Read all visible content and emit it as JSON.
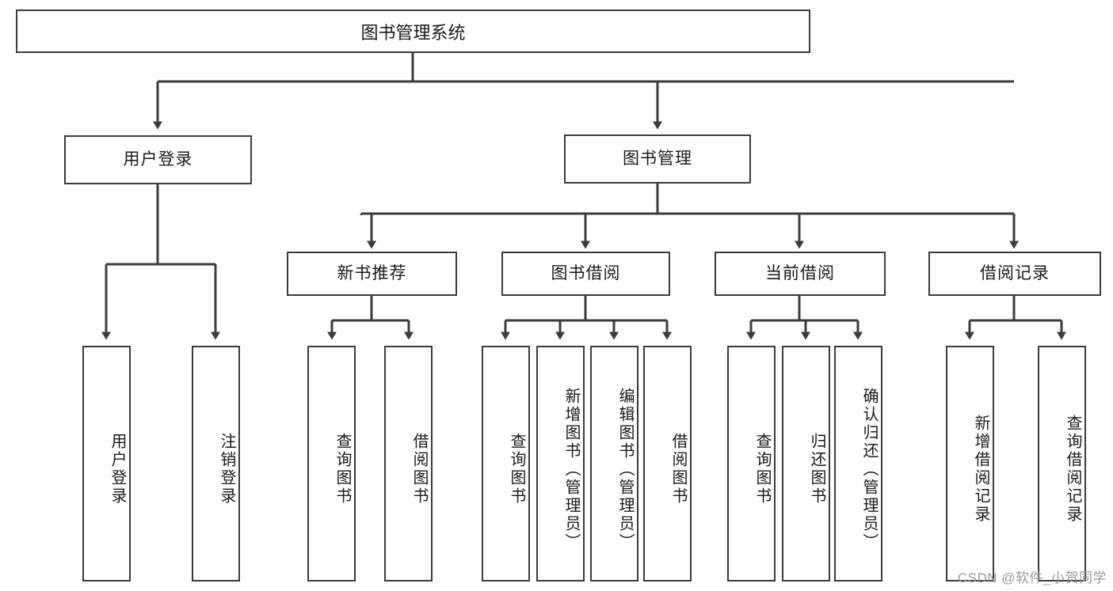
{
  "diagram": {
    "title": "图书管理系统",
    "type": "tree-hierarchy-diagram",
    "colors": {
      "box_border": "#3b3b3b",
      "box_fill": "#ffffff",
      "edge": "#3b3b3b",
      "text": "#1a1a1a",
      "watermark": "#9a9a9a",
      "background": "#ffffff"
    },
    "levels": {
      "level1": "root",
      "level2": "modules",
      "level3": "sub-modules",
      "level4": "functions"
    }
  },
  "nodes": {
    "root": {
      "label": "图书管理系统"
    },
    "level2": [
      {
        "id": "user-login",
        "label": "用户登录"
      },
      {
        "id": "book-management",
        "label": "图书管理"
      }
    ],
    "level3": [
      {
        "id": "new-book-recommend",
        "label": "新书推荐"
      },
      {
        "id": "book-borrow",
        "label": "图书借阅"
      },
      {
        "id": "current-borrow",
        "label": "当前借阅"
      },
      {
        "id": "borrow-record",
        "label": "借阅记录"
      }
    ],
    "leaves": {
      "user-login": [
        {
          "id": "leaf-user-login",
          "label": "用户登录"
        },
        {
          "id": "leaf-user-logout",
          "label": "注销登录"
        }
      ],
      "new-book-recommend": [
        {
          "id": "leaf-query-book-1",
          "label": "查询图书"
        },
        {
          "id": "leaf-borrow-book-1",
          "label": "借阅图书"
        }
      ],
      "book-borrow": [
        {
          "id": "leaf-query-book-2",
          "label": "查询图书"
        },
        {
          "id": "leaf-add-book",
          "label": "新增图书（管理员）"
        },
        {
          "id": "leaf-edit-book",
          "label": "编辑图书（管理员）"
        },
        {
          "id": "leaf-borrow-book-2",
          "label": "借阅图书"
        }
      ],
      "current-borrow": [
        {
          "id": "leaf-query-book-3",
          "label": "查询图书"
        },
        {
          "id": "leaf-return-book",
          "label": "归还图书"
        },
        {
          "id": "leaf-confirm-return",
          "label": "确认归还（管理员）"
        }
      ],
      "borrow-record": [
        {
          "id": "leaf-add-record",
          "label": "新增借阅记录"
        },
        {
          "id": "leaf-query-record",
          "label": "查询借阅记录"
        }
      ]
    }
  },
  "watermark": {
    "text": "CSDN @软件_小贺同学"
  }
}
